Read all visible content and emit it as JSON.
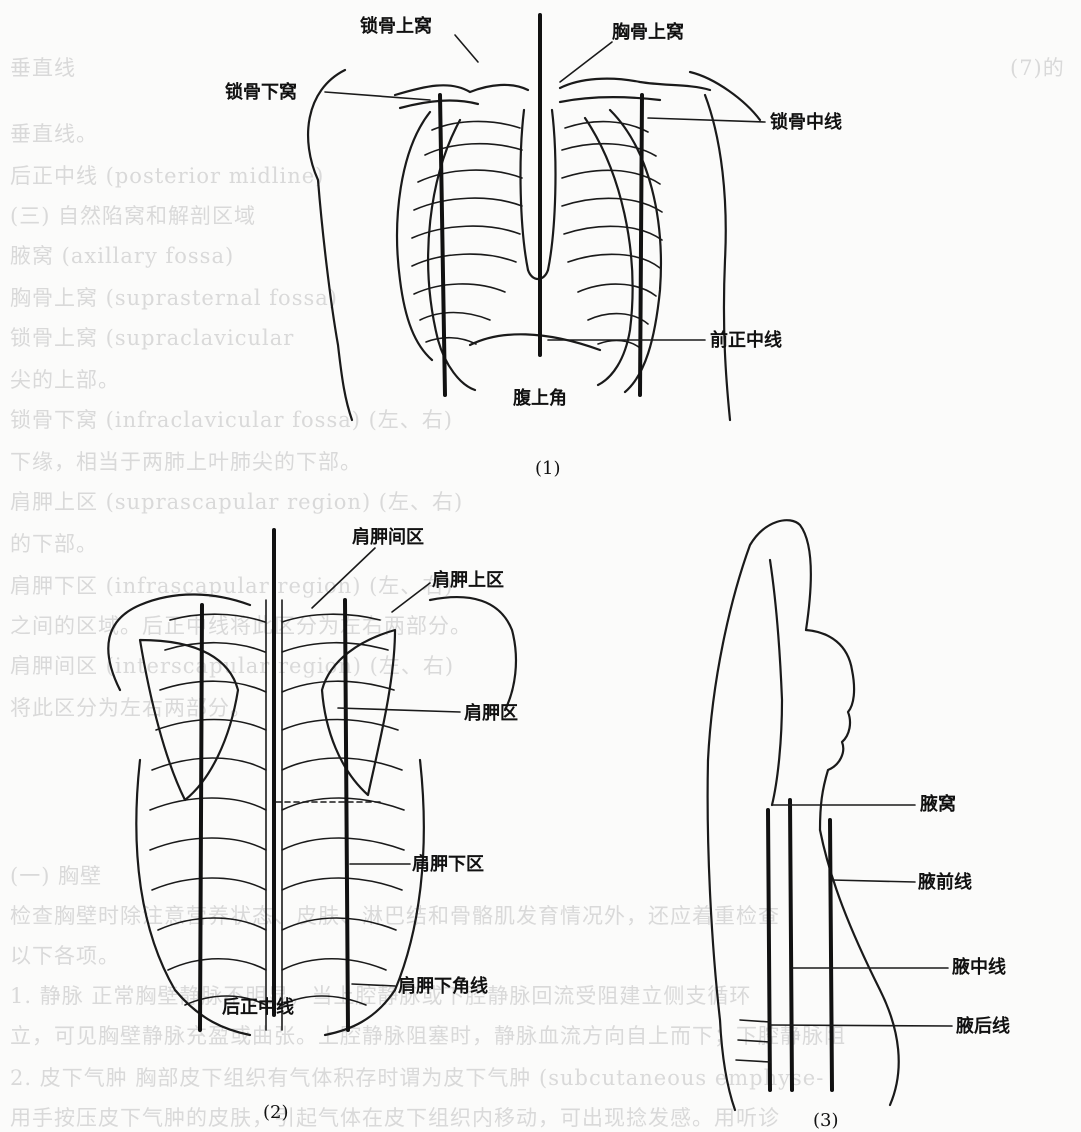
{
  "figure1": {
    "caption": "(1)",
    "labels": {
      "supraclavicular_fossa": "锁骨上窝",
      "suprasternal_fossa": "胸骨上窝",
      "infraclavicular_fossa": "锁骨下窝",
      "midclavicular_line": "锁骨中线",
      "anterior_midline": "前正中线",
      "infrasternal_angle": "腹上角"
    }
  },
  "figure2": {
    "caption": "(2)",
    "labels": {
      "interscapular_region": "肩胛间区",
      "suprascapular_region": "肩胛上区",
      "scapular_region": "肩胛区",
      "infrascapular_region": "肩胛下区",
      "posterior_midline": "后正中线",
      "scapular_angle_line": "肩胛下角线"
    }
  },
  "figure3": {
    "caption": "(3)",
    "labels": {
      "axillary_fossa": "腋窝",
      "anterior_axillary_line": "腋前线",
      "midaxillary_line": "腋中线",
      "posterior_axillary_line": "腋后线"
    }
  }
}
